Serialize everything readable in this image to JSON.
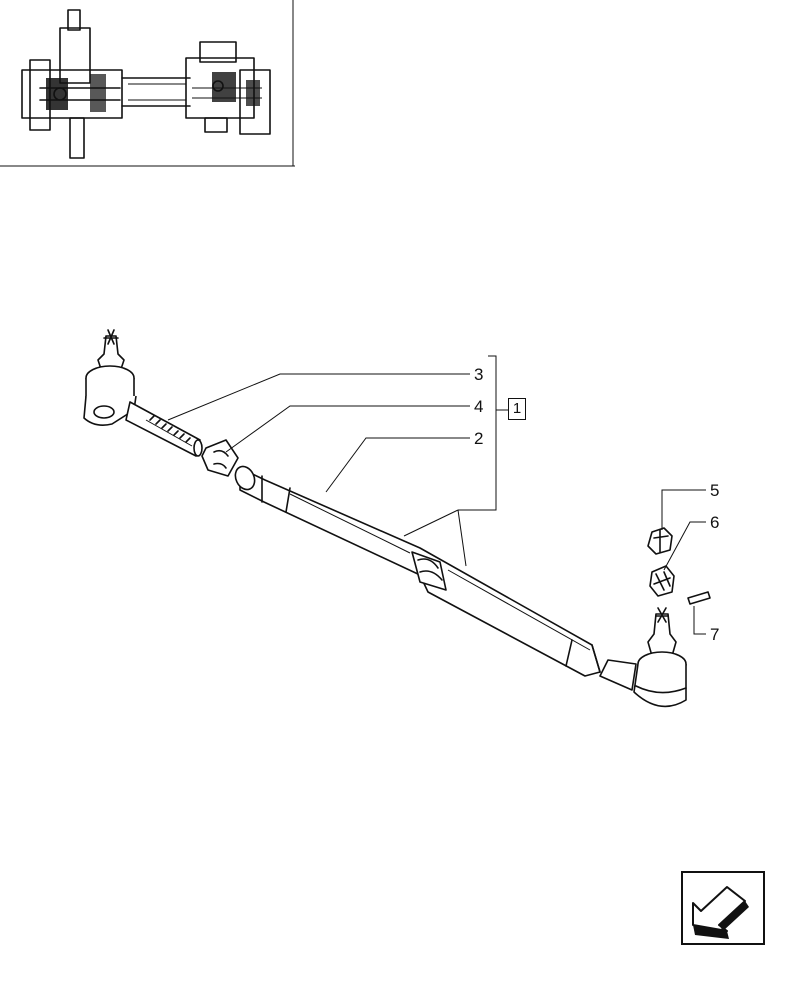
{
  "callouts": {
    "c1": "1",
    "c2": "2",
    "c3": "3",
    "c4": "4",
    "c5": "5",
    "c6": "6",
    "c7": "7"
  },
  "icons": {
    "thumbnail": "axle-assembly-thumbnail",
    "navigation": "previous-page-arrow-icon"
  }
}
